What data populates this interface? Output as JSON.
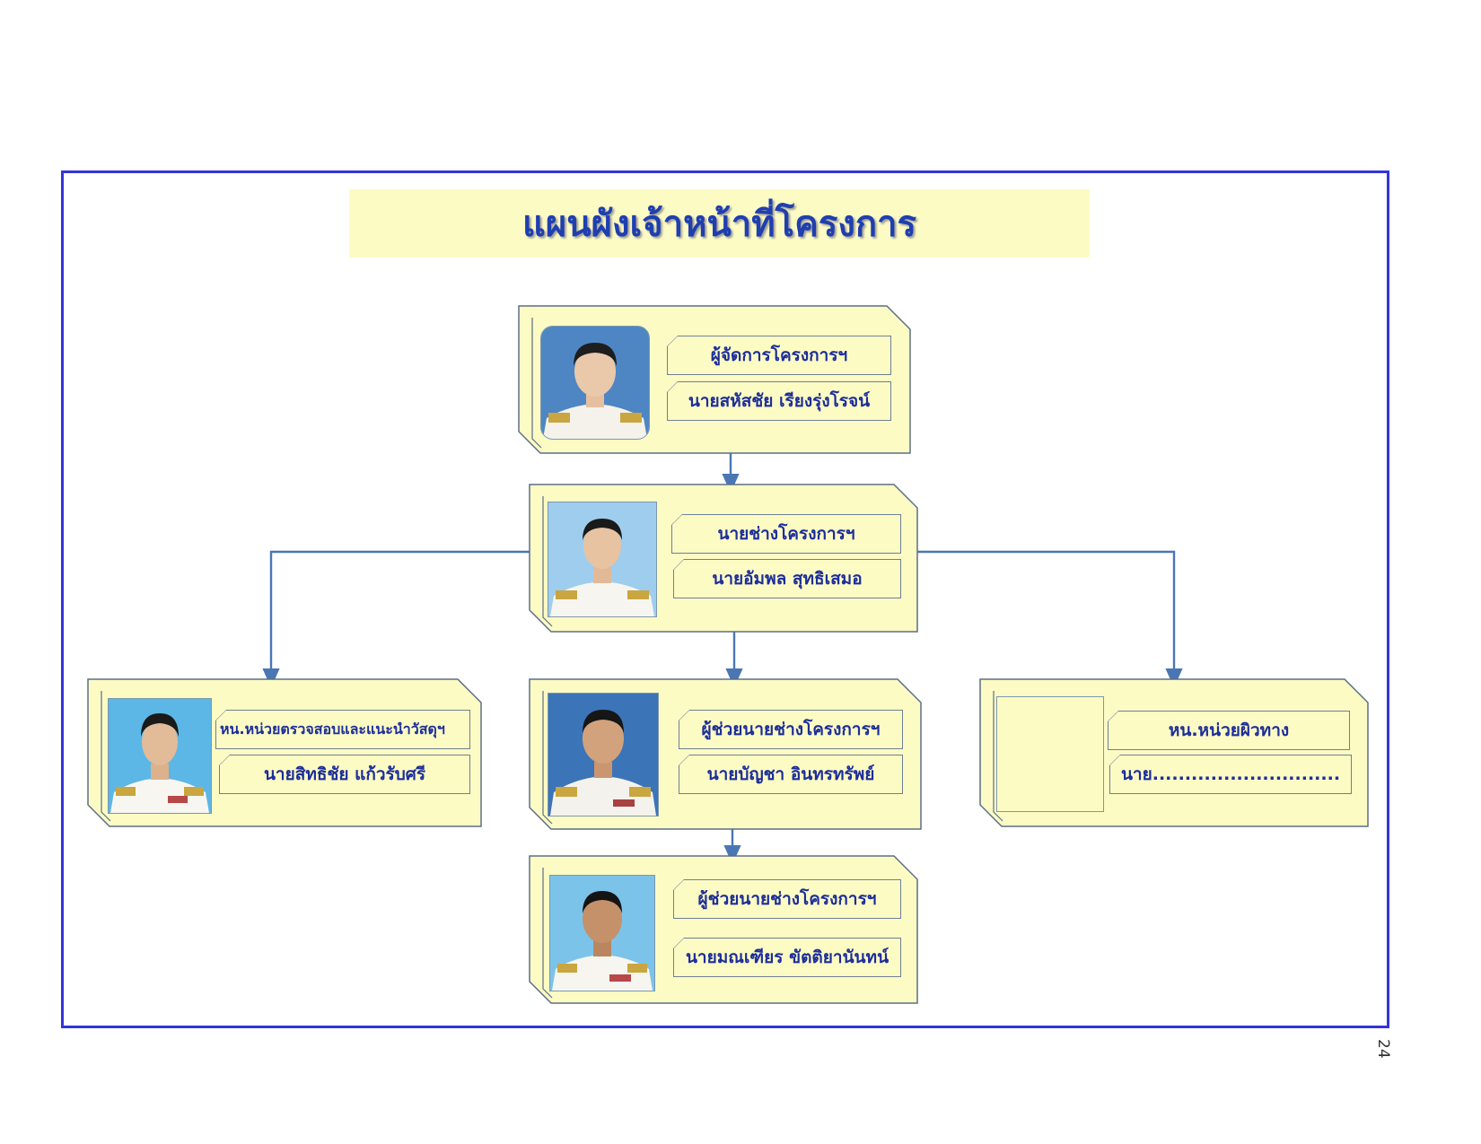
{
  "title": "แผนผังเจ้าหน้าที่โครงการ",
  "page_number": "24",
  "colors": {
    "frame": "#3333dd",
    "title_background": "#fdfbc4",
    "title_text": "#1f3fb0",
    "card_fill": "#fdfbc4",
    "card_border": "#5b6f86",
    "connector": "#4a76b4",
    "label_text": "#1c2e9a"
  },
  "org": {
    "manager": {
      "position": "ผู้จัดการโครงการฯ",
      "name": "นายสหัสชัย เรียงรุ่งโรจน์"
    },
    "engineer": {
      "position": "นายช่างโครงการฯ",
      "name": "นายอัมพล  สุทธิเสมอ"
    },
    "inspection": {
      "position": "หน.หน่วยตรวจสอบและแนะนำวัสดุฯ",
      "name": "นายสิทธิชัย แก้วรับศรี"
    },
    "assistant1": {
      "position": "ผู้ช่วยนายช่างโครงการฯ",
      "name": "นายบัญชา  อินทรทรัพย์"
    },
    "surface": {
      "position": "หน.หน่วยผิวทาง",
      "name": "นาย............................."
    },
    "assistant2": {
      "position": "ผู้ช่วยนายช่างโครงการฯ",
      "name": "นายมณเฑียร ขัตติยานันทน์"
    }
  }
}
